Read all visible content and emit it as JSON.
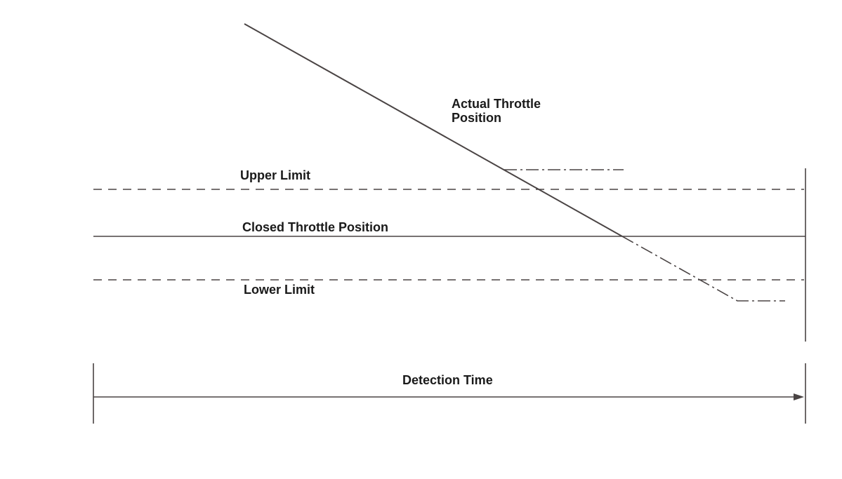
{
  "labels": {
    "actual_throttle_line1": "Actual Throttle",
    "actual_throttle_line2": "Position",
    "upper_limit": "Upper Limit",
    "closed_throttle_position": "Closed Throttle Position",
    "lower_limit": "Lower Limit",
    "detection_time": "Detection Time"
  },
  "colors": {
    "line": "#4a4444",
    "text": "#1a1a1a",
    "background": "#ffffff"
  }
}
